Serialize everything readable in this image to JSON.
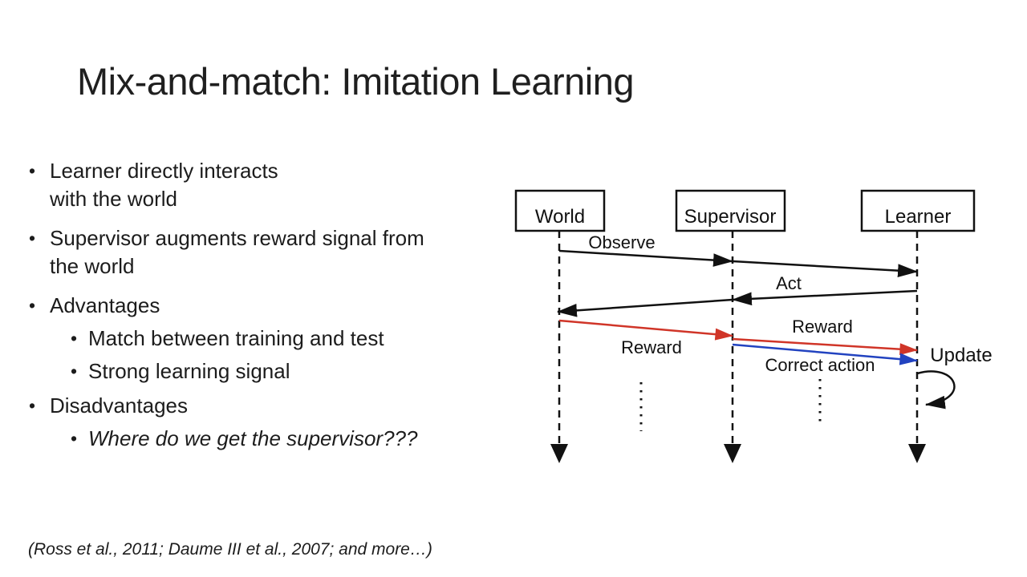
{
  "slide": {
    "title": "Mix-and-match: Imitation Learning",
    "footer": "(Ross et al., 2011; Daume III et al., 2007; and more…)",
    "bullet_char": "•"
  },
  "bullets": [
    {
      "lines": [
        "Learner directly interacts",
        "with the world"
      ]
    },
    {
      "lines": [
        "Supervisor augments reward signal from",
        "the world"
      ]
    },
    {
      "lines": [
        "Advantages"
      ],
      "sub": [
        "Match between training and test",
        "Strong learning signal"
      ]
    },
    {
      "lines": [
        "Disadvantages"
      ],
      "sub": [
        "Where do we get the supervisor???"
      ]
    }
  ],
  "diagram": {
    "actors": [
      {
        "label": "World"
      },
      {
        "label": "Supervisor"
      },
      {
        "label": "Learner"
      }
    ],
    "messages": {
      "observe": "Observe",
      "act": "Act",
      "reward_world_supervisor": "Reward",
      "reward_supervisor_learner": "Reward",
      "correct_action": "Correct action",
      "update": "Update"
    },
    "colors": {
      "reward": "#d03528",
      "correct_action": "#2243c0",
      "line": "#111111"
    }
  }
}
